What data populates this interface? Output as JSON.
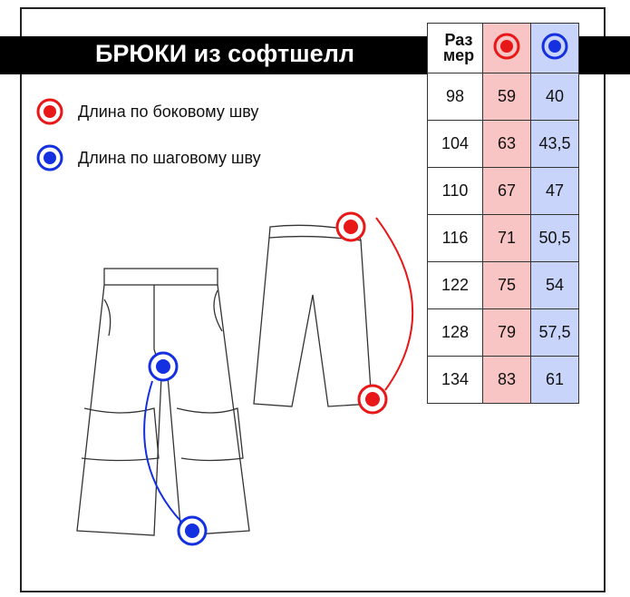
{
  "title": "БРЮКИ из софтшелл",
  "legend": [
    {
      "label": "Длина по боковому шву",
      "color": "#e81818"
    },
    {
      "label": "Длина по шаговому шву",
      "color": "#1430e0"
    }
  ],
  "table": {
    "header": "Раз мер",
    "rows": [
      [
        "98",
        "59",
        "40"
      ],
      [
        "104",
        "63",
        "43,5"
      ],
      [
        "110",
        "67",
        "47"
      ],
      [
        "116",
        "71",
        "50,5"
      ],
      [
        "122",
        "75",
        "54"
      ],
      [
        "128",
        "79",
        "57,5"
      ],
      [
        "134",
        "83",
        "61"
      ]
    ]
  }
}
